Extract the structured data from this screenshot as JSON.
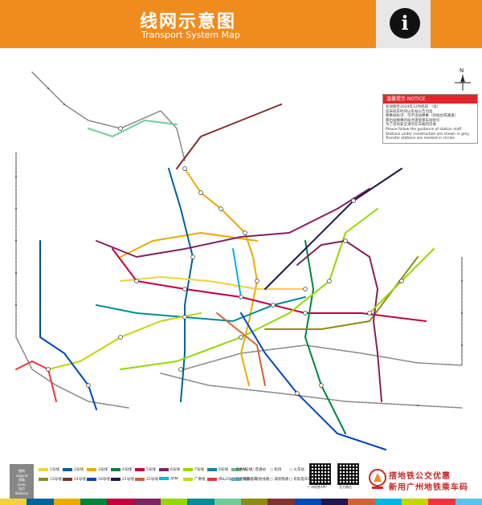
{
  "header": {
    "title_cn": "线网示意图",
    "title_en": "Transport System Map",
    "info_icon": "i"
  },
  "notice": {
    "title": "温馨提示 NOTICE",
    "lines": [
      "有效期至2024年12月底前 （含）",
      "首末班车时间以车站公告为准",
      "换乘站标识：可不出站换乘（同站台或通道）",
      "需出站换乘的站点请留意车站指引",
      "为了您的安全请勿在车厢内饮食",
      "Please follow the guidance of station staff",
      "Stations under construction are shown in grey",
      "Transfer stations are marked in circles"
    ]
  },
  "lines": [
    {
      "name": "1号线",
      "color": "#f3d03e"
    },
    {
      "name": "2号线",
      "color": "#00629b"
    },
    {
      "name": "3号线",
      "color": "#ecaa00"
    },
    {
      "name": "4号线",
      "color": "#00843d"
    },
    {
      "name": "5号线",
      "color": "#c5003e"
    },
    {
      "name": "6号线",
      "color": "#80225f"
    },
    {
      "name": "7号线",
      "color": "#97d700"
    },
    {
      "name": "8号线",
      "color": "#008c95"
    },
    {
      "name": "9号线",
      "color": "#71cc98"
    },
    {
      "name": "13号线",
      "color": "#8e8c13"
    },
    {
      "name": "14号线",
      "color": "#81312f"
    },
    {
      "name": "18号线",
      "color": "#0047ba"
    },
    {
      "name": "21号线",
      "color": "#201747"
    },
    {
      "name": "22号线",
      "color": "#d0623a"
    },
    {
      "name": "APM",
      "color": "#00b5e2"
    },
    {
      "name": "广佛线",
      "color": "#c4d600"
    },
    {
      "name": "佛山2号线",
      "color": "#ef3340"
    },
    {
      "name": "有轨电车",
      "color": "#5bc2e7"
    }
  ],
  "legend": {
    "badge_text": [
      "图例",
      "Legend",
      "线路",
      "Lines",
      "站点",
      "Stations"
    ],
    "symbols": [
      "换乘站",
      "普通站",
      "机场",
      "火车站",
      "在建线路",
      "规划线路",
      "城际铁路",
      "有轨电车站"
    ]
  },
  "qr": [
    {
      "caption": "广州地铁APP"
    },
    {
      "caption": "官方微信"
    }
  ],
  "promo": {
    "line1": "搭地铁公交优惠",
    "line2": "新用广州地铁乘车码"
  },
  "map_labels": {
    "north": "N"
  },
  "stripe_colors": [
    "#f3d03e",
    "#00629b",
    "#ecaa00",
    "#00843d",
    "#c5003e",
    "#80225f",
    "#97d700",
    "#008c95",
    "#71cc98",
    "#8e8c13",
    "#81312f",
    "#0047ba",
    "#201747",
    "#d0623a",
    "#00b5e2",
    "#c4d600",
    "#ef3340",
    "#5bc2e7"
  ]
}
